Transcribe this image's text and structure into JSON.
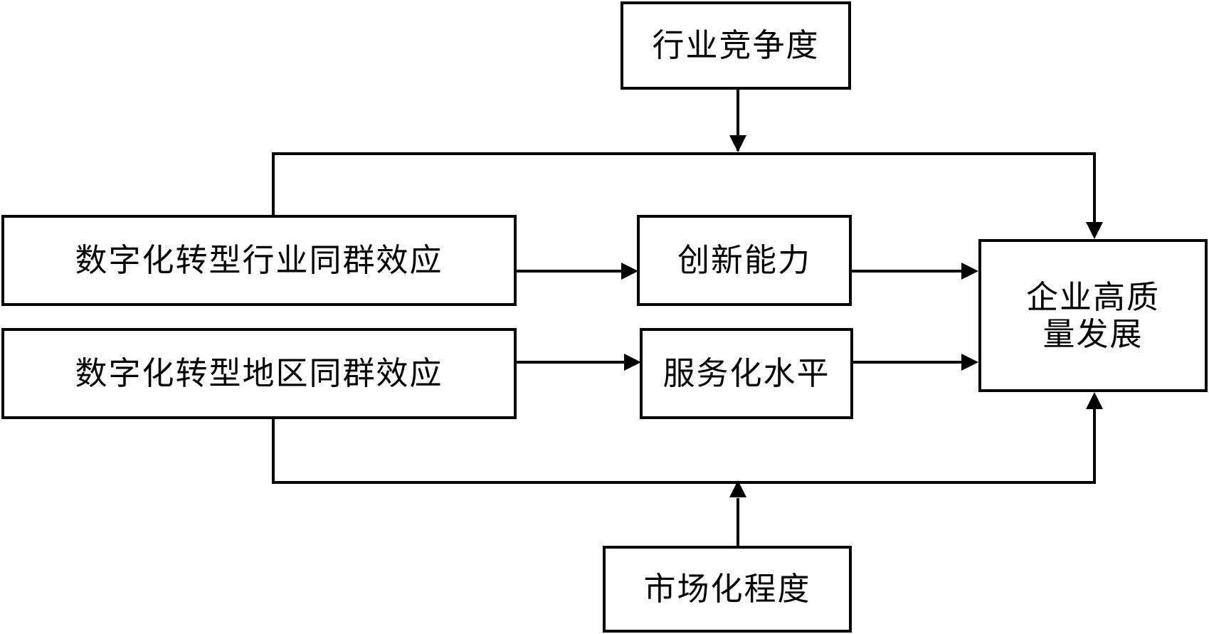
{
  "nodes": {
    "competition": "行业竞争度",
    "industry_peer": "数字化转型行业同群效应",
    "region_peer": "数字化转型地区同群效应",
    "innovation": "创新能力",
    "service": "服务化水平",
    "hqd_line1": "企业高质",
    "hqd_line2": "量发展",
    "market": "市场化程度"
  },
  "colors": {
    "line": "#000000",
    "background": "#ffffff"
  }
}
